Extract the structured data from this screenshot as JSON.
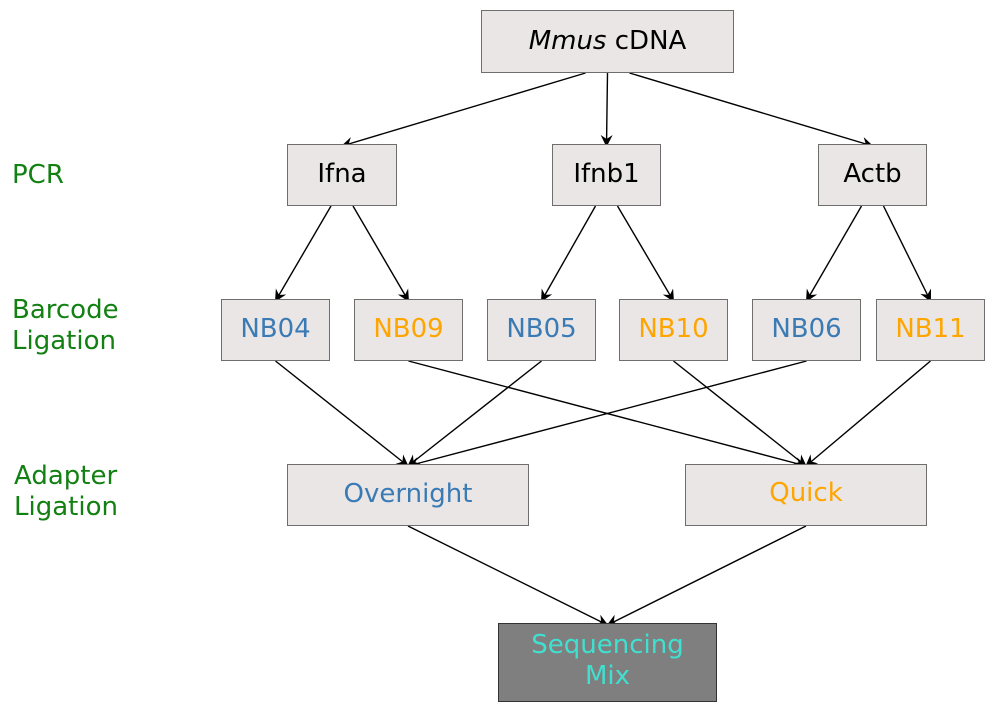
{
  "title": "Mmus cDNA sequencing workflow",
  "colors": {
    "node_fill": "#e9e6e5",
    "sink_fill": "#7f7f7f",
    "blue": "#3a7bb5",
    "orange": "#ffa500",
    "turquoise": "#40e0d0",
    "stage_green": "#138013",
    "edge": "#000000"
  },
  "stages": [
    {
      "id": "pcr",
      "label": "PCR"
    },
    {
      "id": "barcode",
      "label": "Barcode\nLigation"
    },
    {
      "id": "adapter",
      "label": "Adapter\nLigation"
    }
  ],
  "nodes": {
    "root": {
      "italic": "Mmus",
      "rest": " cDNA"
    },
    "ifna": {
      "label": "Ifna",
      "color": "#000000"
    },
    "ifnb1": {
      "label": "Ifnb1",
      "color": "#000000"
    },
    "actb": {
      "label": "Actb",
      "color": "#000000"
    },
    "nb04": {
      "label": "NB04",
      "color": "#3a7bb5"
    },
    "nb09": {
      "label": "NB09",
      "color": "#ffa500"
    },
    "nb05": {
      "label": "NB05",
      "color": "#3a7bb5"
    },
    "nb10": {
      "label": "NB10",
      "color": "#ffa500"
    },
    "nb06": {
      "label": "NB06",
      "color": "#3a7bb5"
    },
    "nb11": {
      "label": "NB11",
      "color": "#ffa500"
    },
    "overnight": {
      "label": "Overnight",
      "color": "#3a7bb5"
    },
    "quick": {
      "label": "Quick",
      "color": "#ffa500"
    },
    "seqmix": {
      "label": "Sequencing\nMix",
      "color": "#40e0d0"
    }
  },
  "edges": [
    [
      "root",
      "ifna"
    ],
    [
      "root",
      "ifnb1"
    ],
    [
      "root",
      "actb"
    ],
    [
      "ifna",
      "nb04"
    ],
    [
      "ifna",
      "nb09"
    ],
    [
      "ifnb1",
      "nb05"
    ],
    [
      "ifnb1",
      "nb10"
    ],
    [
      "actb",
      "nb06"
    ],
    [
      "actb",
      "nb11"
    ],
    [
      "nb04",
      "overnight"
    ],
    [
      "nb05",
      "overnight"
    ],
    [
      "nb06",
      "overnight"
    ],
    [
      "nb09",
      "quick"
    ],
    [
      "nb10",
      "quick"
    ],
    [
      "nb11",
      "quick"
    ],
    [
      "overnight",
      "seqmix"
    ],
    [
      "quick",
      "seqmix"
    ]
  ]
}
